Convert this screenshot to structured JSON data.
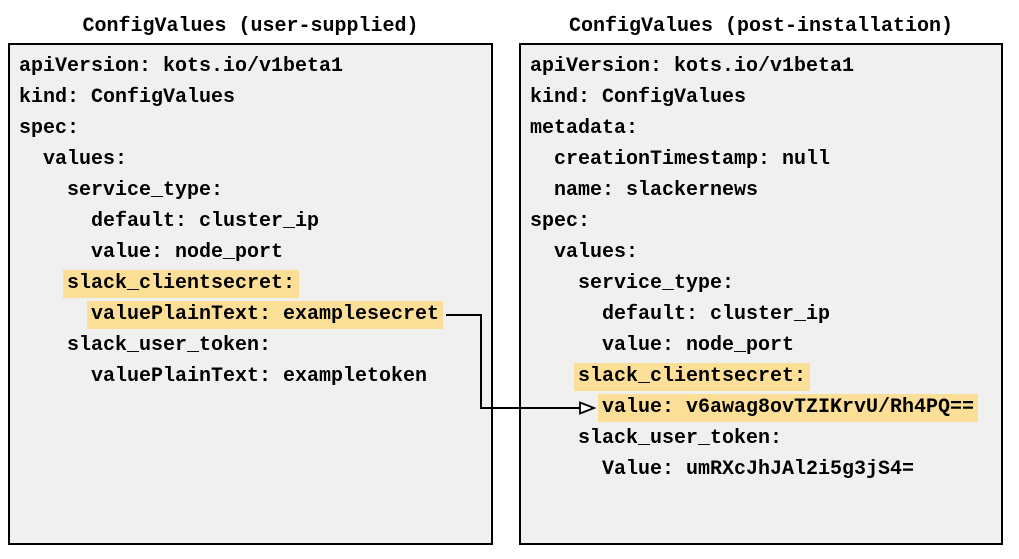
{
  "panels": [
    {
      "title": "ConfigValues (user-supplied)",
      "lines": [
        {
          "indent": 0,
          "text": "apiVersion: kots.io/v1beta1",
          "highlight": false
        },
        {
          "indent": 0,
          "text": "kind: ConfigValues",
          "highlight": false
        },
        {
          "indent": 0,
          "text": "spec:",
          "highlight": false
        },
        {
          "indent": 2,
          "text": "values:",
          "highlight": false
        },
        {
          "indent": 4,
          "text": "service_type:",
          "highlight": false
        },
        {
          "indent": 6,
          "text": "default: cluster_ip",
          "highlight": false
        },
        {
          "indent": 6,
          "text": "value: node_port",
          "highlight": false
        },
        {
          "indent": 4,
          "text": "slack_clientsecret:",
          "highlight": true
        },
        {
          "indent": 6,
          "text": "valuePlainText: examplesecret",
          "highlight": true,
          "arrow": "source"
        },
        {
          "indent": 4,
          "text": "slack_user_token:",
          "highlight": false
        },
        {
          "indent": 6,
          "text": "valuePlainText: exampletoken",
          "highlight": false
        }
      ]
    },
    {
      "title": "ConfigValues (post-installation)",
      "lines": [
        {
          "indent": 0,
          "text": "apiVersion: kots.io/v1beta1",
          "highlight": false
        },
        {
          "indent": 0,
          "text": "kind: ConfigValues",
          "highlight": false
        },
        {
          "indent": 0,
          "text": "metadata:",
          "highlight": false
        },
        {
          "indent": 2,
          "text": "creationTimestamp: null",
          "highlight": false
        },
        {
          "indent": 2,
          "text": "name: slackernews",
          "highlight": false
        },
        {
          "indent": 0,
          "text": "spec:",
          "highlight": false
        },
        {
          "indent": 2,
          "text": "values:",
          "highlight": false
        },
        {
          "indent": 4,
          "text": "service_type:",
          "highlight": false
        },
        {
          "indent": 6,
          "text": "default: cluster_ip",
          "highlight": false
        },
        {
          "indent": 6,
          "text": "value: node_port",
          "highlight": false
        },
        {
          "indent": 4,
          "text": "slack_clientsecret:",
          "highlight": true
        },
        {
          "indent": 6,
          "text": "value: v6awag8ovTZIKrvU/Rh4PQ==",
          "highlight": true,
          "arrow": "target"
        },
        {
          "indent": 4,
          "text": "slack_user_token:",
          "highlight": false
        },
        {
          "indent": 6,
          "text": "Value: umRXcJhJAl2i5g3jS4=",
          "highlight": false
        }
      ]
    }
  ],
  "arrow": {
    "from_text": "valuePlainText: examplesecret",
    "to_text": "value: v6awag8ovTZIKrvU/Rh4PQ=="
  },
  "colors": {
    "highlight": "#fbdf96",
    "panel_background": "#f0f0f0",
    "panel_border": "#000000",
    "arrow": "#000000",
    "text": "#000000"
  }
}
